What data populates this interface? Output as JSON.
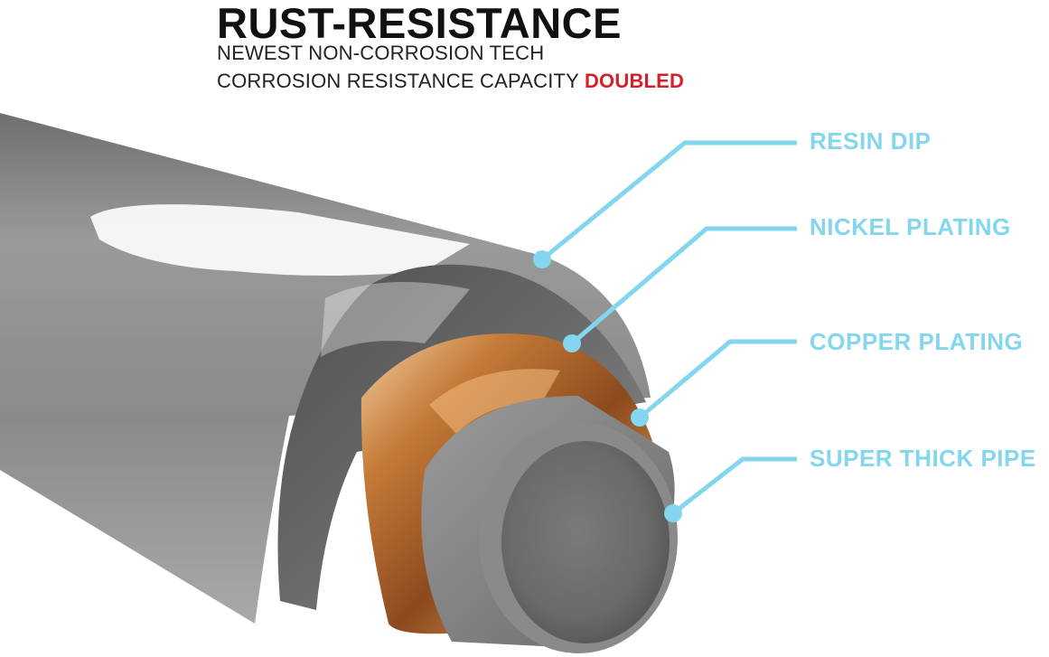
{
  "header": {
    "title": "RUST-RESISTANCE",
    "line1": "NEWEST NON-CORROSION TECH",
    "line2_prefix": "CORROSION RESISTANCE CAPACITY",
    "line2_emphasis": "DOUBLED"
  },
  "layers": [
    {
      "label": "RESIN DIP"
    },
    {
      "label": "NICKEL PLATING"
    },
    {
      "label": "COPPER PLATING"
    },
    {
      "label": "SUPER THICK PIPE"
    }
  ],
  "colors": {
    "callout": "#83d6ee",
    "label": "#83d6ee",
    "accent": "#d4202a",
    "resin": "#8d8d8d",
    "nickel": "#6c6c6c",
    "copper": "#b8672c",
    "pipe": "#848484"
  }
}
